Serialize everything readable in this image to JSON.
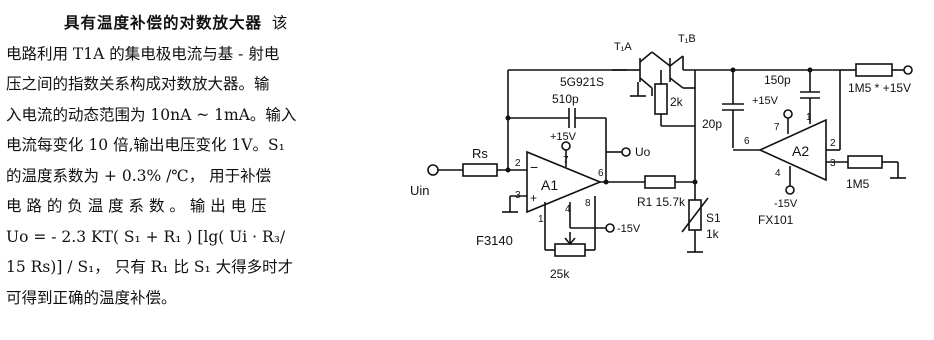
{
  "article": {
    "title": "具有温度补偿的对数放大器",
    "lines": [
      "该",
      "电路利用 T1A 的集电极电流与基 - 射电",
      "压之间的指数关系构成对数放大器。输",
      "入电流的动态范围为 10nA ~ 1mA。输入",
      "电流每变化 10 倍,输出电压变化 1V。S₁",
      "的温度系数为 + 0.3% /℃， 用于补偿",
      "电 路 的 负 温 度 系 数 。 输 出 电 压",
      "Uo = - 2.3 KT( S₁ + R₁ )   [lg( Ui · R₃/",
      "15 Rs)] / S₁， 只有 R₁ 比 S₁ 大得多时才",
      "可得到正确的温度补偿。"
    ]
  },
  "schematic": {
    "input_label": "Uin",
    "rs_label": "Rs",
    "cap_510": "510p",
    "pos_supply_a1": "+15V",
    "uo_label": "Uo",
    "a1_label": "A1",
    "a1_pin2": "2",
    "a1_pin3": "3",
    "a1_pin6": "6",
    "a1_pin7": "7",
    "a1_pin1": "1",
    "a1_pin4": "4",
    "a1_pin8": "8",
    "a1_part": "F3140",
    "neg_supply_a1": "-15V",
    "pot_25k": "25k",
    "r1_label": "R1  15.7k",
    "s1_label": "S1",
    "s1_value": "1k",
    "t1a_label": "T₁A",
    "t1b_label": "T₁B",
    "pair_part": "5G921S",
    "r2k_label": "2k",
    "cap_20p": "20p",
    "cap_150p": "150p",
    "r_1m5_top": "1M5 * +15V",
    "pos_supply_a2": "+15V",
    "a2_label": "A2",
    "a2_pin6": "6",
    "a2_pin7": "7",
    "a2_pin1": "1",
    "a2_pin2": "2",
    "a2_pin3": "3",
    "a2_pin4": "4",
    "neg_supply_a2": "-15V",
    "r_1m5_bottom": "1M5",
    "a2_part": "FX101"
  }
}
